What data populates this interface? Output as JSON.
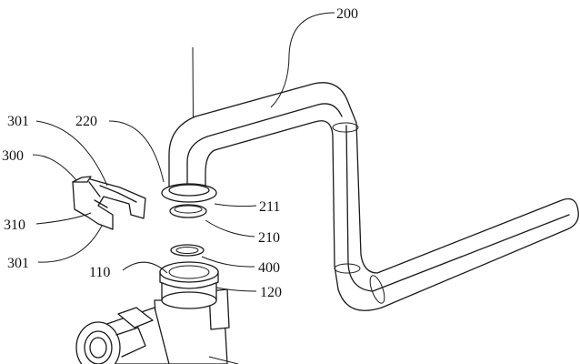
{
  "labels": {
    "l200": "200",
    "l220": "220",
    "l211": "211",
    "l210": "210",
    "l400": "400",
    "l110": "110",
    "l120": "120",
    "l300": "300",
    "l301a": "301",
    "l301b": "301",
    "l310": "310"
  },
  "colors": {
    "line": "#1a1a1a",
    "background": "#ffffff"
  }
}
